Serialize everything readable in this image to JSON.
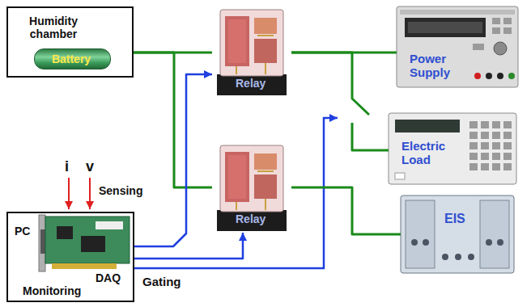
{
  "diagram": {
    "nodes": [
      {
        "text": [
          "Humidity chamber"
        ]
      },
      {
        "text": [
          "Battery"
        ],
        "in": 0
      },
      {
        "text": [
          "Relay"
        ]
      },
      {
        "text": [
          "Power Supply"
        ]
      },
      {
        "text": [
          "Relay"
        ]
      },
      {
        "text": [
          "Electric Load"
        ]
      },
      {
        "text": [
          "EIS"
        ]
      },
      {
        "text": [
          "PC",
          "DAQ",
          "Monitoring"
        ]
      }
    ],
    "edges": [
      {
        "from": 0,
        "to": 2,
        "arrow": "none"
      },
      {
        "from": 0,
        "to": 4,
        "arrow": "none"
      },
      {
        "from": 2,
        "to": 3,
        "arrow": "none"
      },
      {
        "from": 2,
        "to": 5,
        "arrow": "none"
      },
      {
        "from": 4,
        "to": 6,
        "arrow": "none"
      },
      {
        "from": 7,
        "to": 2,
        "arrow": "to"
      },
      {
        "from": 7,
        "to": 4,
        "arrow": "to"
      }
    ],
    "labels": [
      "i",
      "v",
      "Sensing",
      "Gating"
    ]
  }
}
